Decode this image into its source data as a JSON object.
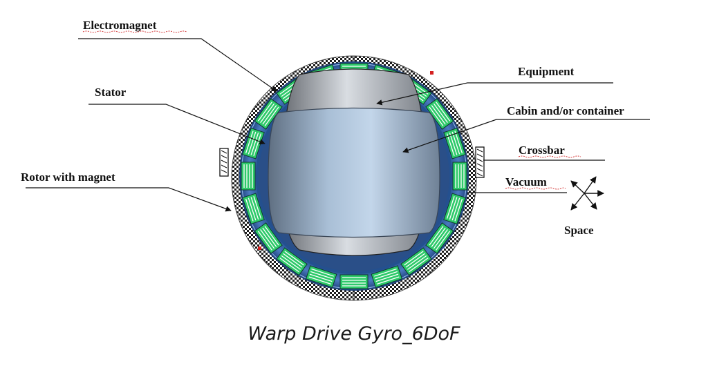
{
  "labels": {
    "electromagnet": "Electromagnet",
    "stator": "Stator",
    "rotor": "Rotor with magnet",
    "equipment": "Equipment",
    "cabin": "Cabin and/or container",
    "crossbar": "Crossbar",
    "vacuum": "Vacuum",
    "space": "Space"
  },
  "caption": "Warp Drive Gyro_6DoF",
  "colors": {
    "stator_ring": "#2c5a9e",
    "coil_fill": "#2ec96a",
    "coil_line": "#ffffff",
    "rotor_pattern": "#222222",
    "cabin": "#9fb3c9",
    "magnet_dot": "#d42020"
  }
}
